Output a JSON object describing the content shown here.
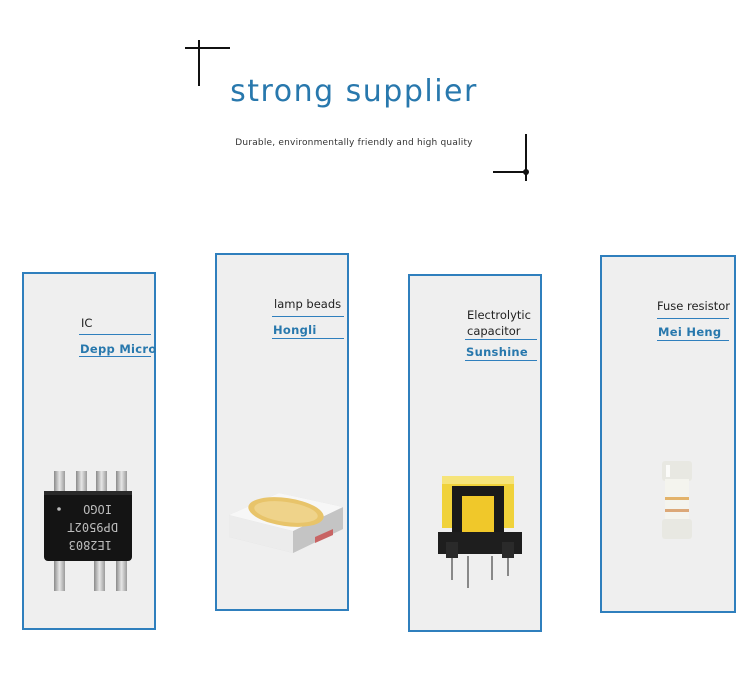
{
  "header": {
    "title": "strong supplier",
    "subtitle": "Durable, environmentally friendly and high quality"
  },
  "products": [
    {
      "category": "IC",
      "brand": "Depp Micro",
      "image_icon": "ic-chip-icon",
      "chip_marking": [
        "DP9502T",
        "1E2803",
        "IOGO"
      ]
    },
    {
      "category": "lamp beads",
      "brand": "Hongli",
      "image_icon": "led-lamp-bead-icon"
    },
    {
      "category": "Electrolytic capacitor",
      "category_lines": [
        "Electrolytic",
        "capacitor"
      ],
      "brand": "Sunshine",
      "image_icon": "transformer-icon"
    },
    {
      "category": "Fuse resistor",
      "brand": "Mei Heng",
      "image_icon": "fuse-resistor-icon"
    }
  ],
  "colors": {
    "accent": "#2878ad",
    "card_border": "#2f7fbd",
    "card_bg": "#efefef"
  }
}
